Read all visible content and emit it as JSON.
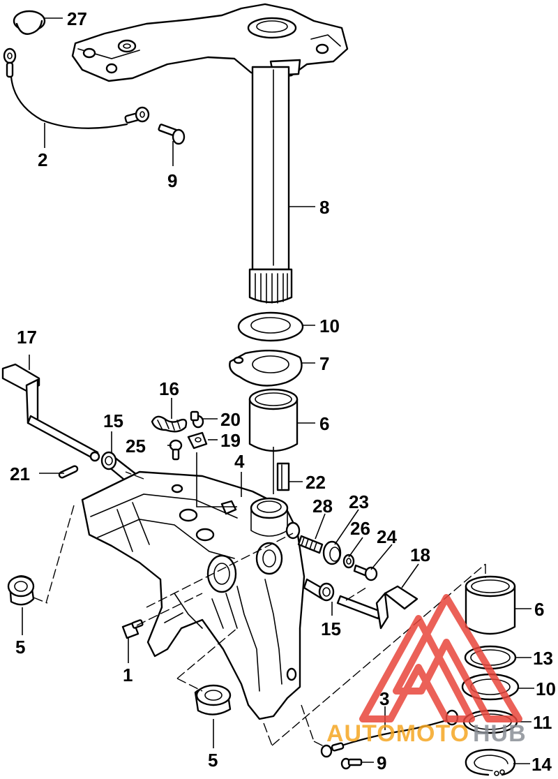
{
  "callouts": {
    "c27": "27",
    "c2": "2",
    "c9a": "9",
    "c8": "8",
    "c10a": "10",
    "c7": "7",
    "c17": "17",
    "c16": "16",
    "c20": "20",
    "c6a": "6",
    "c15a": "15",
    "c25": "25",
    "c19": "19",
    "c4": "4",
    "c21": "21",
    "c22": "22",
    "c28": "28",
    "c23": "23",
    "c26": "26",
    "c24": "24",
    "c18": "18",
    "c5a": "5",
    "c15b": "15",
    "c6b": "6",
    "c1": "1",
    "c13": "13",
    "c10b": "10",
    "c3": "3",
    "c11": "11",
    "c5b": "5",
    "c9b": "9",
    "c14": "14"
  },
  "watermark": {
    "text_a": "AUTOMOTO",
    "text_b": "HUB",
    "color_red": "#e8463c",
    "color_orange": "#f5a623",
    "color_grey": "#8a8f96"
  }
}
